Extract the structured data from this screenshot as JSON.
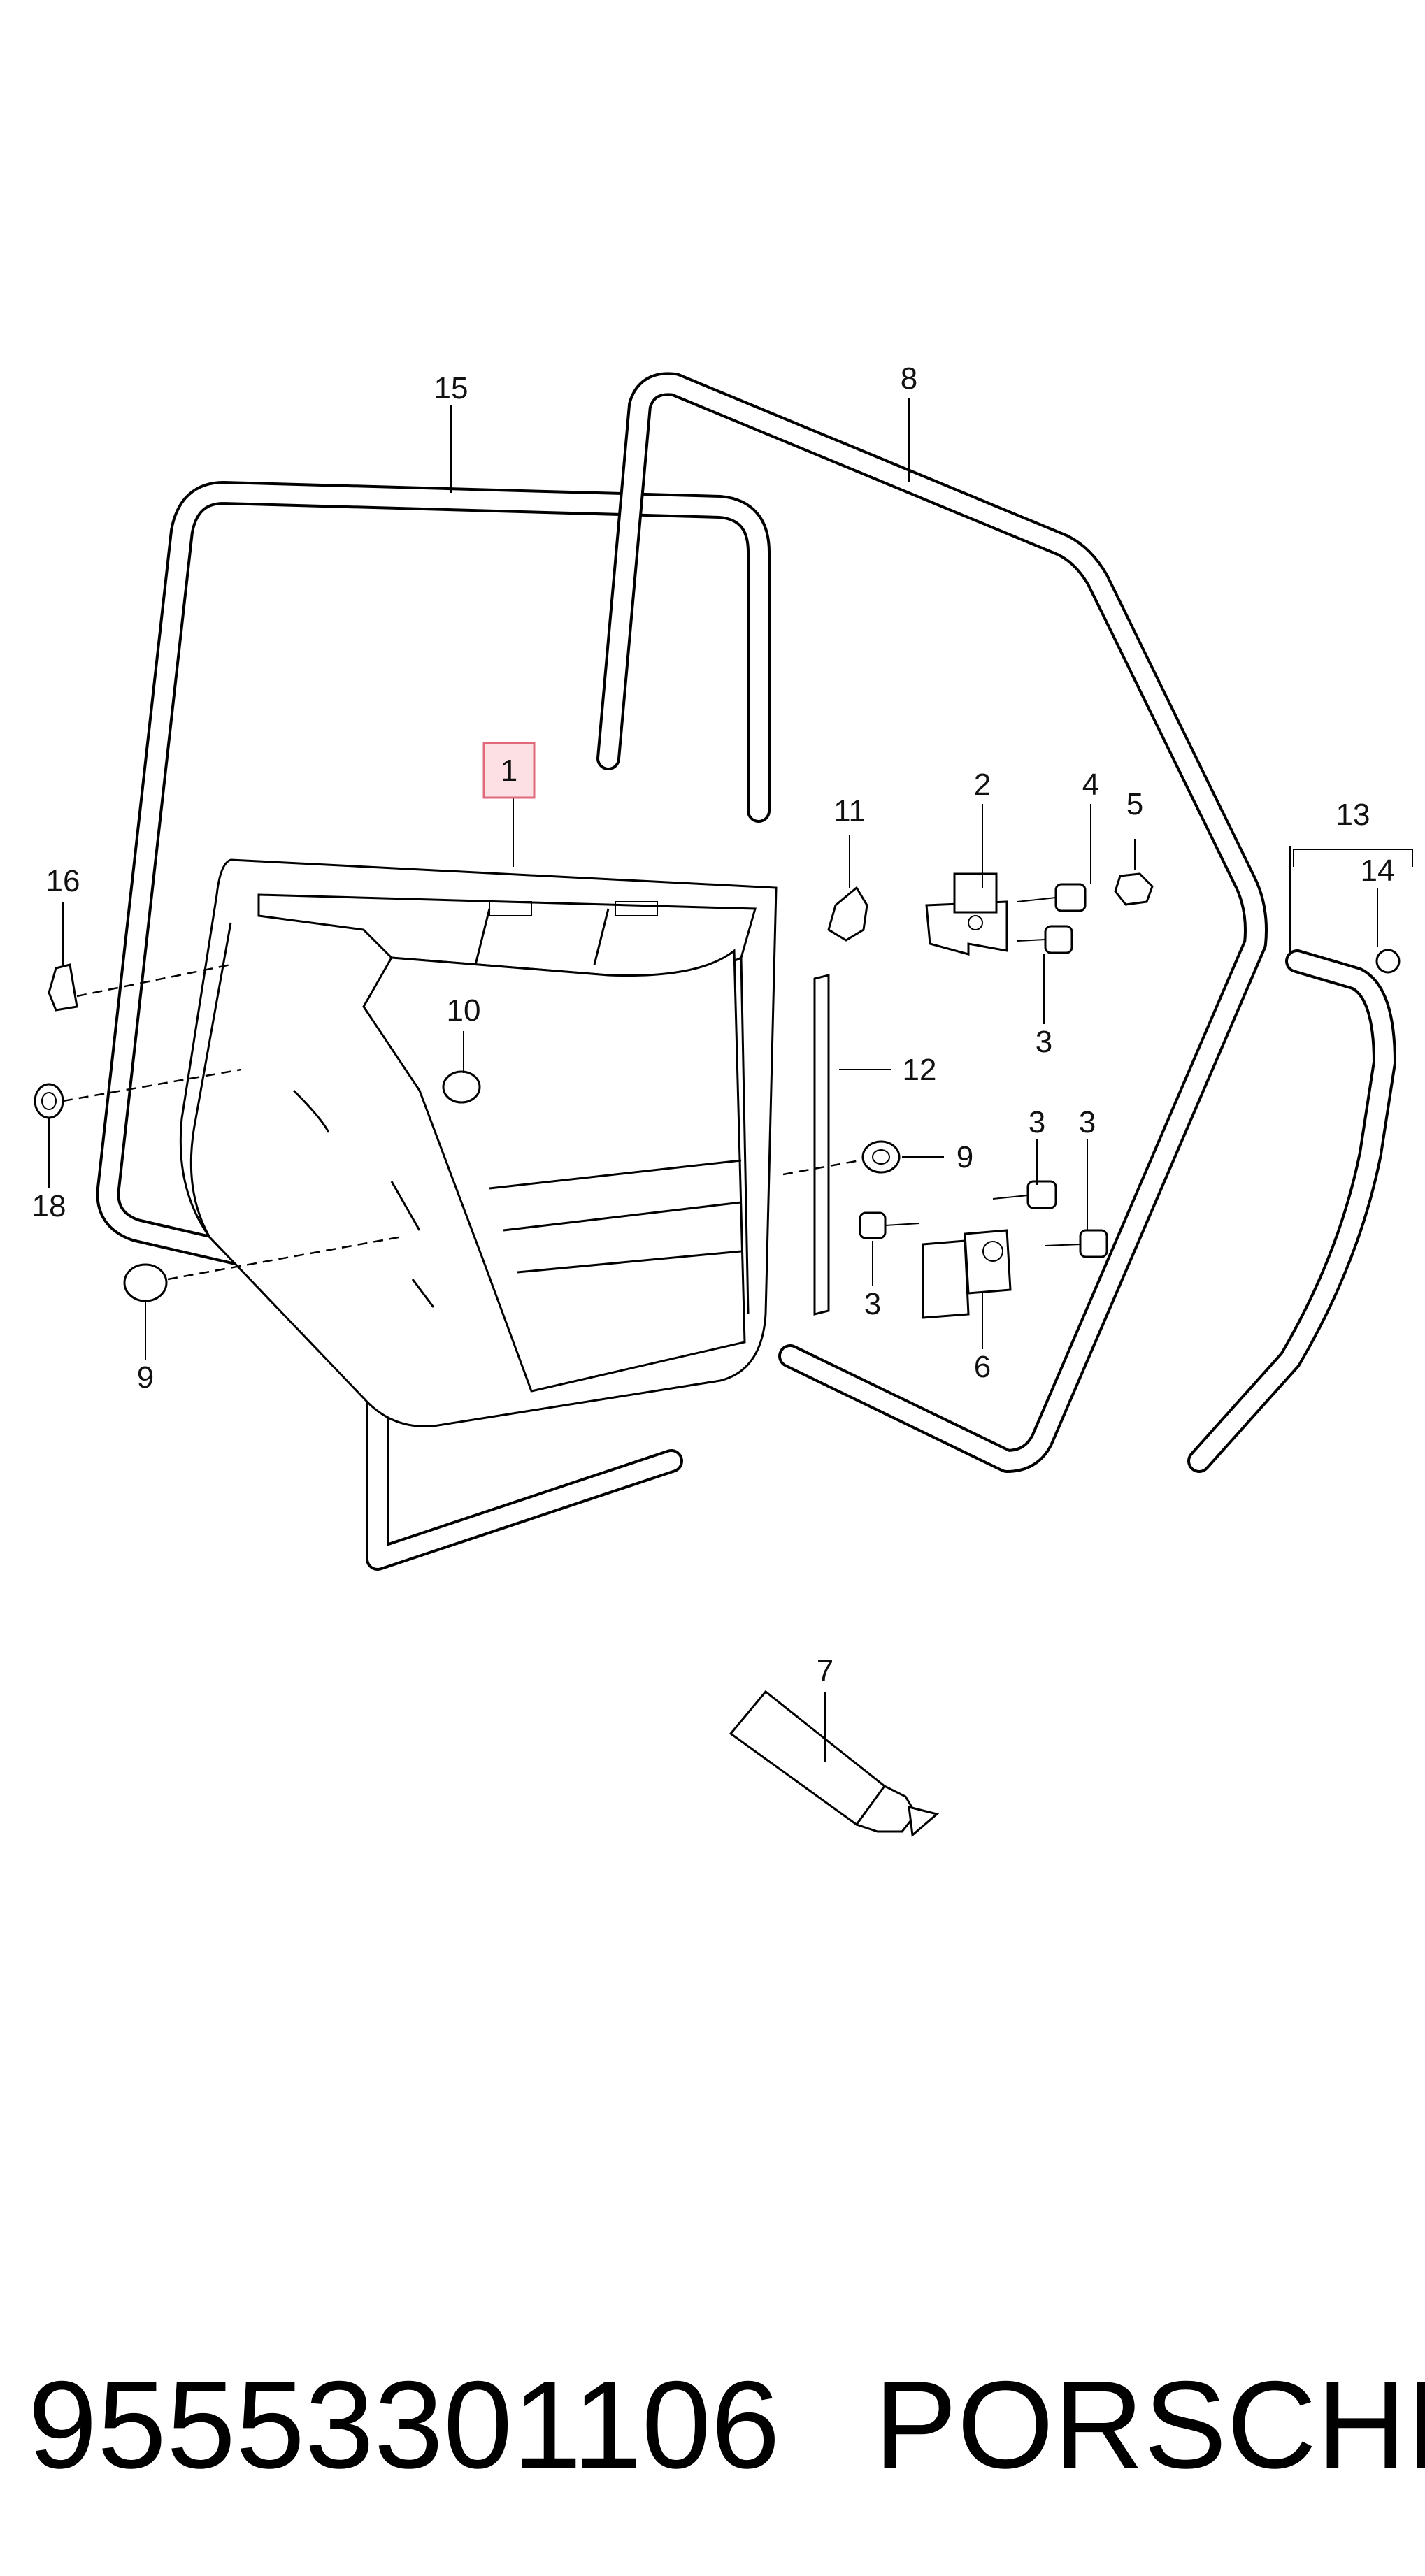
{
  "callouts": {
    "c1": "1",
    "c2": "2",
    "c3a": "3",
    "c3b": "3",
    "c3c": "3",
    "c3d": "3",
    "c4": "4",
    "c5": "5",
    "c6": "6",
    "c7": "7",
    "c8": "8",
    "c9a": "9",
    "c9b": "9",
    "c10": "10",
    "c11": "11",
    "c12": "12",
    "c13": "13",
    "c14": "14",
    "c15": "15",
    "c16": "16",
    "c18": "18"
  },
  "footer": {
    "part_number": "95553301106",
    "brand": "PORSCHE"
  },
  "colors": {
    "highlight_fill": "#fde0e4",
    "highlight_stroke": "#e06a7c",
    "line": "#000000"
  }
}
